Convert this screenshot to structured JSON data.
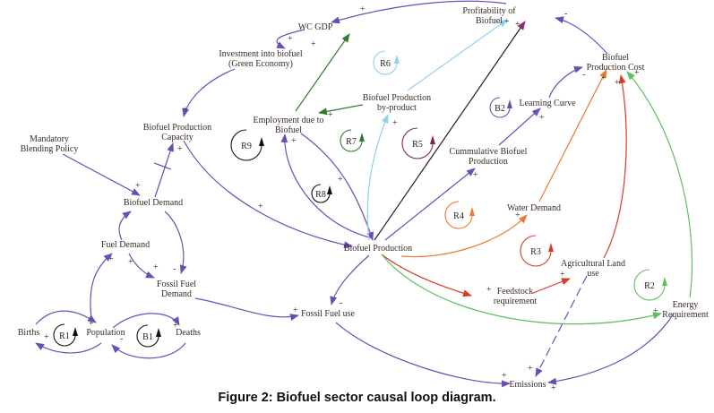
{
  "caption": "Figure 2: Biofuel sector causal loop diagram.",
  "colors": {
    "purple": "#6a4fb3",
    "green": "#2e7d2e",
    "light_green": "#5cc05c",
    "light_blue": "#8fd3ec",
    "black": "#1a1a1a",
    "dark_purple": "#3d1f3d",
    "orange": "#ec7a30",
    "red": "#d83a2a",
    "maroon": "#7a2a3a"
  },
  "nodes": [
    {
      "id": "profitability",
      "lines": [
        "Profitability of",
        "Biofuel"
      ]
    },
    {
      "id": "wc_gdp",
      "lines": [
        "WC GDP"
      ]
    },
    {
      "id": "investment",
      "lines": [
        "Investment into biofuel",
        "(Green Economy)"
      ]
    },
    {
      "id": "production_capacity",
      "lines": [
        "Biofuel Production",
        "Capacity"
      ]
    },
    {
      "id": "mandatory_policy",
      "lines": [
        "Mandatory",
        "Blending Policy"
      ]
    },
    {
      "id": "employment",
      "lines": [
        "Employment due to",
        "Biofuel"
      ]
    },
    {
      "id": "byproduct",
      "lines": [
        "Biofuel Production",
        "by-product"
      ]
    },
    {
      "id": "production_cost",
      "lines": [
        "Biofuel",
        "Production Cost"
      ]
    },
    {
      "id": "learning_curve",
      "lines": [
        "Learning Curve"
      ]
    },
    {
      "id": "cumulative_production",
      "lines": [
        "Cummulative Biofuel",
        "Production"
      ]
    },
    {
      "id": "biofuel_demand",
      "lines": [
        "Biofuel Demand"
      ]
    },
    {
      "id": "fuel_demand",
      "lines": [
        "Fuel Demand"
      ]
    },
    {
      "id": "fossil_fuel_demand",
      "lines": [
        "Fossil Fuel",
        "Demand"
      ]
    },
    {
      "id": "biofuel_production",
      "lines": [
        "Biofuel Production"
      ]
    },
    {
      "id": "water_demand",
      "lines": [
        "Water Demand"
      ]
    },
    {
      "id": "agricultural_land",
      "lines": [
        "Agricultural Land",
        "use"
      ]
    },
    {
      "id": "feedstock",
      "lines": [
        "Feedstock",
        "requirement"
      ]
    },
    {
      "id": "energy_requirement",
      "lines": [
        "Energy",
        "Requirement"
      ]
    },
    {
      "id": "fossil_fuel_use",
      "lines": [
        "Fossil Fuel use"
      ]
    },
    {
      "id": "births",
      "lines": [
        "Births"
      ]
    },
    {
      "id": "population",
      "lines": [
        "Population"
      ]
    },
    {
      "id": "deaths",
      "lines": [
        "Deaths"
      ]
    },
    {
      "id": "emissions",
      "lines": [
        "Emissions"
      ]
    }
  ],
  "loops": [
    {
      "id": "R1",
      "label": "R1",
      "color": "black"
    },
    {
      "id": "B1",
      "label": "B1",
      "color": "black"
    },
    {
      "id": "R2",
      "label": "R2",
      "color": "light_green"
    },
    {
      "id": "R3",
      "label": "R3",
      "color": "red"
    },
    {
      "id": "R4",
      "label": "R4",
      "color": "orange"
    },
    {
      "id": "R5",
      "label": "R5",
      "color": "maroon"
    },
    {
      "id": "R6",
      "label": "R6",
      "color": "light_blue"
    },
    {
      "id": "R7",
      "label": "R7",
      "color": "green"
    },
    {
      "id": "R8",
      "label": "R8",
      "color": "black"
    },
    {
      "id": "R9",
      "label": "R9",
      "color": "black"
    },
    {
      "id": "B2",
      "label": "B2",
      "color": "purple"
    }
  ],
  "links": [
    {
      "from": "profitability",
      "to": "wc_gdp",
      "polarity": "+",
      "color": "purple"
    },
    {
      "from": "wc_gdp",
      "to": "investment",
      "polarity": "+",
      "color": "purple"
    },
    {
      "from": "investment",
      "to": "production_capacity",
      "polarity": "+",
      "color": "purple"
    },
    {
      "from": "biofuel_demand",
      "to": "production_capacity",
      "polarity": "+",
      "color": "purple",
      "delay": true
    },
    {
      "from": "mandatory_policy",
      "to": "biofuel_demand",
      "polarity": "+",
      "color": "purple"
    },
    {
      "from": "production_capacity",
      "to": "biofuel_production",
      "polarity": "+",
      "color": "purple"
    },
    {
      "from": "employment",
      "to": "wc_gdp",
      "polarity": "+",
      "color": "green"
    },
    {
      "from": "byproduct",
      "to": "employment",
      "polarity": "+",
      "color": "green"
    },
    {
      "from": "biofuel_production",
      "to": "employment",
      "polarity": "+",
      "color": "purple"
    },
    {
      "from": "employment",
      "to": "biofuel_production",
      "polarity": "+",
      "color": "purple"
    },
    {
      "from": "biofuel_production",
      "to": "byproduct",
      "polarity": "+",
      "color": "light_blue"
    },
    {
      "from": "byproduct",
      "to": "profitability",
      "polarity": "+",
      "color": "light_blue"
    },
    {
      "from": "biofuel_production",
      "to": "profitability",
      "polarity": "+",
      "color": "dark_purple"
    },
    {
      "from": "production_cost",
      "to": "profitability",
      "polarity": "-",
      "color": "purple"
    },
    {
      "from": "biofuel_production",
      "to": "cumulative_production",
      "polarity": "+",
      "color": "purple"
    },
    {
      "from": "cumulative_production",
      "to": "learning_curve",
      "polarity": "+",
      "color": "purple"
    },
    {
      "from": "learning_curve",
      "to": "production_cost",
      "polarity": "-",
      "color": "purple"
    },
    {
      "from": "water_demand",
      "to": "production_cost",
      "polarity": "+",
      "color": "orange"
    },
    {
      "from": "agricultural_land",
      "to": "production_cost",
      "polarity": "+",
      "color": "red"
    },
    {
      "from": "energy_requirement",
      "to": "production_cost",
      "polarity": "+",
      "color": "light_green"
    },
    {
      "from": "biofuel_production",
      "to": "water_demand",
      "polarity": "+",
      "color": "orange"
    },
    {
      "from": "biofuel_production",
      "to": "feedstock",
      "polarity": "+",
      "color": "red"
    },
    {
      "from": "feedstock",
      "to": "agricultural_land",
      "polarity": "+",
      "color": "red"
    },
    {
      "from": "biofuel_production",
      "to": "energy_requirement",
      "polarity": "+",
      "color": "light_green"
    },
    {
      "from": "agricultural_land",
      "to": "emissions",
      "polarity": "+",
      "color": "purple",
      "dashed": true
    },
    {
      "from": "energy_requirement",
      "to": "emissions",
      "polarity": "+",
      "color": "purple"
    },
    {
      "from": "fossil_fuel_use",
      "to": "emissions",
      "polarity": "+",
      "color": "purple"
    },
    {
      "from": "biofuel_production",
      "to": "fossil_fuel_use",
      "polarity": "-",
      "color": "purple"
    },
    {
      "from": "fossil_fuel_demand",
      "to": "fossil_fuel_use",
      "polarity": "+",
      "color": "purple"
    },
    {
      "from": "biofuel_demand",
      "to": "fossil_fuel_demand",
      "polarity": "-",
      "color": "purple"
    },
    {
      "from": "fuel_demand",
      "to": "fossil_fuel_demand",
      "polarity": "+",
      "color": "purple"
    },
    {
      "from": "fuel_demand",
      "to": "biofuel_demand",
      "polarity": "+",
      "color": "purple"
    },
    {
      "from": "population",
      "to": "fuel_demand",
      "polarity": "+",
      "color": "purple"
    },
    {
      "from": "births",
      "to": "population",
      "polarity": "+",
      "color": "purple"
    },
    {
      "from": "population",
      "to": "births",
      "polarity": "+",
      "color": "purple"
    },
    {
      "from": "population",
      "to": "deaths",
      "polarity": "+",
      "color": "purple"
    },
    {
      "from": "deaths",
      "to": "population",
      "polarity": "-",
      "color": "purple"
    }
  ]
}
